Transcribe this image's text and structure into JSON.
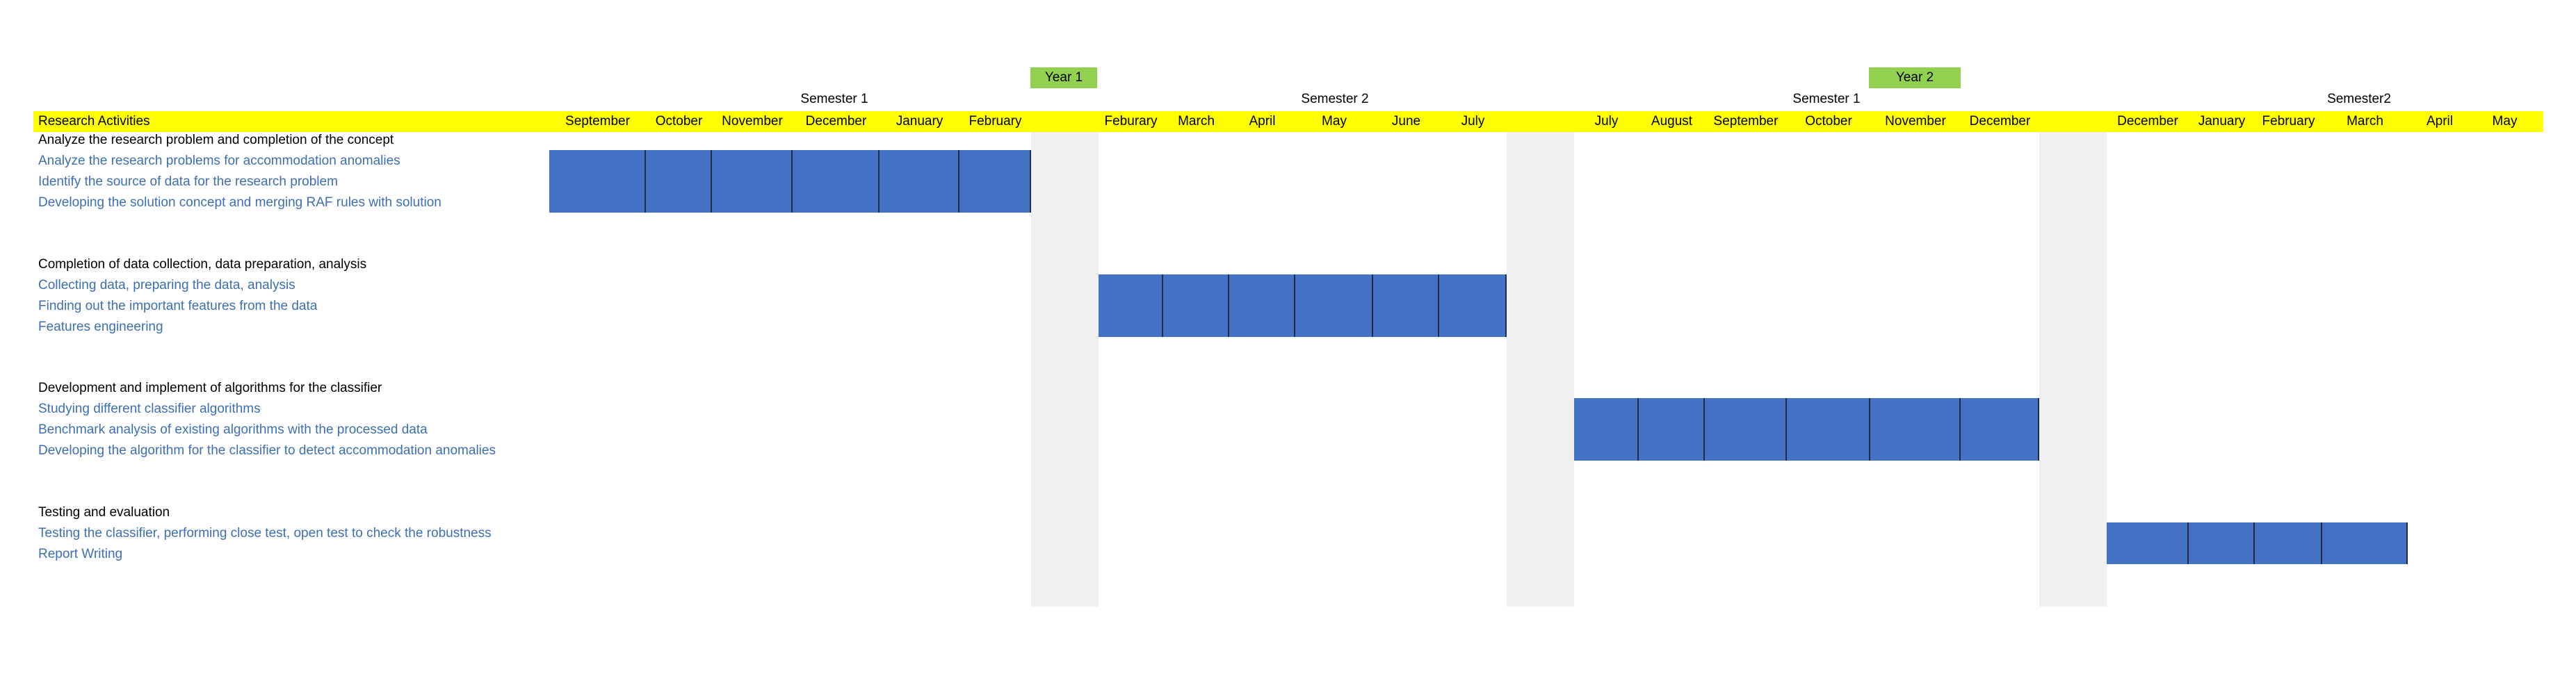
{
  "chart_data": {
    "type": "gantt",
    "header_label": "Research Activities",
    "years": [
      "Year 1",
      "Year 2"
    ],
    "semesters": [
      "Semester 1",
      "Semester 2",
      "Semester 1",
      "Semester2"
    ],
    "months": [
      "September",
      "October",
      "November",
      "December",
      "January",
      "February",
      "Feburary",
      "March",
      "April",
      "May",
      "June",
      "July",
      "July",
      "August",
      "September",
      "October",
      "November",
      "December",
      "December",
      "January",
      "February",
      "March",
      "April",
      "May"
    ],
    "phases": [
      {
        "title": "Analyze the research problem and completion of the concept",
        "tasks": [
          "Analyze the research problems for accommodation anomalies",
          "Identify the source of data for the research problem",
          "Developing the solution concept and merging RAF rules with solution"
        ],
        "scheduled_months": [
          0,
          1,
          2,
          3,
          4,
          5
        ]
      },
      {
        "title": "Completion of data collection, data preparation, analysis",
        "tasks": [
          "Collecting data, preparing the data, analysis",
          "Finding out the important features from the data",
          "Features engineering"
        ],
        "scheduled_months": [
          6,
          7,
          8,
          9,
          10,
          11
        ]
      },
      {
        "title": "Development and implement of algorithms for the classifier",
        "tasks": [
          "Studying different classifier algorithms",
          "Benchmark analysis of existing algorithms with the processed data",
          "Developing the algorithm for the classifier to detect accommodation anomalies"
        ],
        "scheduled_months": [
          12,
          13,
          14,
          15,
          16,
          17
        ]
      },
      {
        "title": "Testing and evaluation",
        "tasks": [
          "Testing the classifier, performing close test, open test to check the robustness",
          "Report Writing"
        ],
        "scheduled_months": [
          18,
          19,
          20,
          21
        ]
      }
    ]
  },
  "colors": {
    "header_band": "#ffff00",
    "year_badge": "#92d050",
    "bar": "#4472c4",
    "bar_divider": "#1f2d46",
    "separator": "#f0f0f0",
    "title_text": "#000000",
    "task_text": "#3d6fb0"
  }
}
